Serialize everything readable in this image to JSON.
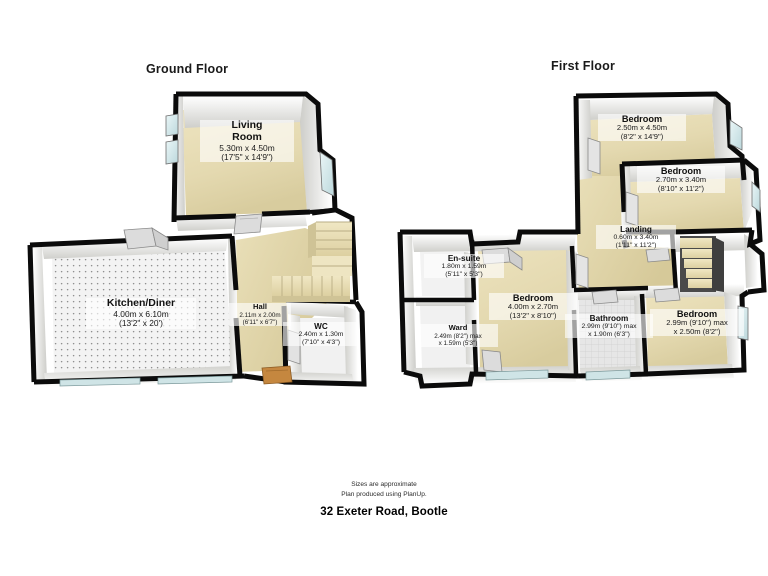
{
  "document": {
    "address": "32 Exeter Road, Bootle",
    "disclaimer_line1": "Sizes are approximate",
    "disclaimer_line2": "Plan produced using PlanUp."
  },
  "floors": [
    {
      "id": "ground",
      "title": "Ground Floor",
      "rooms": [
        {
          "name": "Living Room",
          "name_line1": "Living",
          "name_line2": "Room",
          "dim_metric": "5.30m x 4.50m",
          "dim_imperial": "(17'5\" x 14'9\")",
          "floor_style": "carpet-cream"
        },
        {
          "name": "Kitchen/Diner",
          "dim_metric": "4.00m x 6.10m",
          "dim_imperial": "(13'2\" x 20')",
          "floor_style": "tile-dotted-white"
        },
        {
          "name": "Hall",
          "dim_metric": "2.11m x 2.00m",
          "dim_imperial": "(6'11\" x 6'7\")",
          "floor_style": "carpet-cream"
        },
        {
          "name": "WC",
          "dim_metric": "2.40m x 1.30m",
          "dim_imperial": "(7'10\" x 4'3\")",
          "floor_style": "plain-white"
        }
      ]
    },
    {
      "id": "first",
      "title": "First Floor",
      "rooms": [
        {
          "name": "Bedroom",
          "dim_metric": "2.50m x 4.50m",
          "dim_imperial": "(8'2\" x 14'9\")",
          "floor_style": "carpet-cream"
        },
        {
          "name": "Bedroom",
          "dim_metric": "2.70m x 3.40m",
          "dim_imperial": "(8'10\" x 11'2\")",
          "floor_style": "carpet-cream"
        },
        {
          "name": "Landing",
          "dim_metric": "0.60m x 3.40m",
          "dim_imperial": "(1'11\" x 11'2\")",
          "floor_style": "carpet-cream"
        },
        {
          "name": "En-suite",
          "dim_metric": "1.80m x 1.59m",
          "dim_imperial": "(5'11\" x 5'3\")",
          "floor_style": "plain-white"
        },
        {
          "name": "Ward",
          "dim_metric": "2.49m (8'2\") max",
          "dim_imperial": "x 1.59m (5'3\")",
          "floor_style": "plain-white"
        },
        {
          "name": "Bedroom",
          "dim_metric": "4.00m x 2.70m",
          "dim_imperial": "(13'2\" x 8'10\")",
          "floor_style": "carpet-cream"
        },
        {
          "name": "Bathroom",
          "dim_metric": "2.99m (9'10\") max",
          "dim_imperial": "x 1.90m (6'3\")",
          "floor_style": "tile-grid-grey"
        },
        {
          "name": "Bedroom",
          "dim_metric": "2.99m (9'10\") max",
          "dim_imperial": "x 2.50m (8'2\")",
          "floor_style": "carpet-cream"
        }
      ]
    }
  ],
  "colors": {
    "wall_outline": "#0b0b0b",
    "wall_face": "#f2f2f0",
    "wall_face_shadow": "#d9d9d6",
    "carpet_cream": "#e7dcb4",
    "carpet_cream_dark": "#d8cb9f",
    "tile_white": "#f4f4f4",
    "tile_grey": "#e4e4e4",
    "stair_tread": "#e8dfb8",
    "stair_side": "#cfc396",
    "stair_dark": "#4a4a4a",
    "door_wood": "#c08a4a",
    "background": "#ffffff",
    "glass_tint": "#d8ecee",
    "text": "#111111"
  }
}
